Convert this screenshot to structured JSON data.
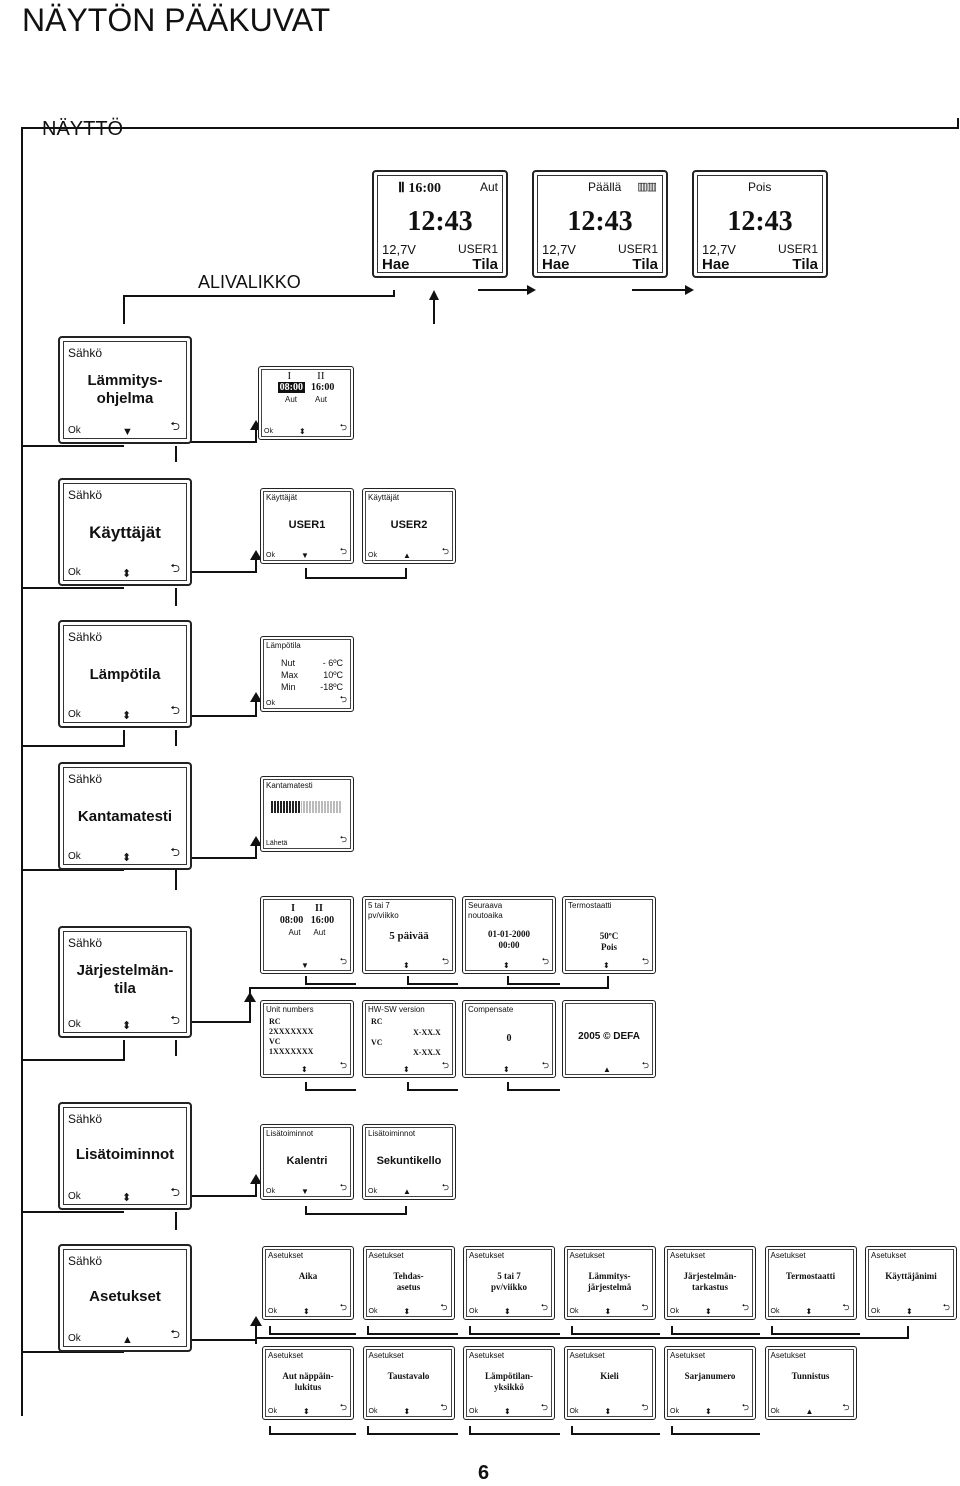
{
  "page": {
    "title": "NÄYTÖN PÄÄKUVAT",
    "section": "NÄYTTÖ",
    "submenu_label": "ALIVALIKKO",
    "page_number": "6"
  },
  "main_screens": [
    {
      "top_left": "Ⅱ 16:00",
      "top_right": "Aut",
      "time": "12:43",
      "voltage": "12,7V",
      "user": "USER1",
      "left_btn": "Hae",
      "right_btn": "Tila"
    },
    {
      "top_left": "Päällä",
      "top_right": "",
      "time": "12:43",
      "voltage": "12,7V",
      "user": "USER1",
      "left_btn": "Hae",
      "right_btn": "Tila"
    },
    {
      "top_left": "Pois",
      "top_right": "",
      "time": "12:43",
      "voltage": "12,7V",
      "user": "USER1",
      "left_btn": "Hae",
      "right_btn": "Tila"
    }
  ],
  "menus": [
    {
      "header": "Sähkö",
      "label": "Lämmitys-\nohjelma",
      "ok": "Ok"
    },
    {
      "header": "Sähkö",
      "label": "Käyttäjät",
      "ok": "Ok"
    },
    {
      "header": "Sähkö",
      "label": "Lämpötila",
      "ok": "Ok"
    },
    {
      "header": "Sähkö",
      "label": "Kantamatesti",
      "ok": "Ok"
    },
    {
      "header": "Sähkö",
      "label": "Järjestelmän-\ntila",
      "ok": "Ok"
    },
    {
      "header": "Sähkö",
      "label": "Lisätoiminnot",
      "ok": "Ok"
    },
    {
      "header": "Sähkö",
      "label": "Asetukset",
      "ok": "Ok"
    }
  ],
  "program_screen": {
    "col1": "I",
    "col2": "II",
    "time1": "08:00",
    "time2": "16:00",
    "mode1": "Aut",
    "mode2": "Aut",
    "ok": "Ok"
  },
  "users": [
    {
      "header": "Käyttäjät",
      "value": "USER1",
      "ok": "Ok"
    },
    {
      "header": "Käyttäjät",
      "value": "USER2",
      "ok": "Ok"
    }
  ],
  "temperature": {
    "header": "Lämpötila",
    "rows": [
      {
        "k": "Nut",
        "v": "- 6ºC"
      },
      {
        "k": "Max",
        "v": "10ºC"
      },
      {
        "k": "Min",
        "v": "-18ºC"
      }
    ],
    "ok": "Ok"
  },
  "range_test": {
    "header": "Kantamatesti",
    "footer": "Lähetä",
    "level_fraction": 0.4
  },
  "system_row1": [
    {
      "header": "",
      "lines": [
        "I        II",
        "08:00   16:00",
        "Aut      Aut"
      ]
    },
    {
      "header": "5 tai 7\npv/viikko",
      "lines": [
        "5   päivää"
      ]
    },
    {
      "header": "Seuraava\nnoutoaika",
      "lines": [
        "01-01-2000",
        "00:00"
      ]
    },
    {
      "header": "Termostaatti",
      "lines": [
        "50ºC",
        "Pois"
      ]
    }
  ],
  "system_row2": [
    {
      "header": "Unit numbers",
      "lines": [
        "RC",
        "2XXXXXXX",
        "VC",
        "1XXXXXXX"
      ]
    },
    {
      "header": "HW-SW version",
      "lines": [
        "RC",
        "X-XX.X",
        "VC",
        "X-XX.X"
      ]
    },
    {
      "header": "Compensate",
      "lines": [
        "0"
      ]
    },
    {
      "header": "",
      "lines": [
        "2005 © DEFA"
      ]
    }
  ],
  "extras": [
    {
      "header": "Lisätoiminnot",
      "value": "Kalentri",
      "ok": "Ok"
    },
    {
      "header": "Lisätoiminnot",
      "value": "Sekuntikello",
      "ok": "Ok"
    }
  ],
  "settings_row1": [
    {
      "header": "Asetukset",
      "value": "Aika"
    },
    {
      "header": "Asetukset",
      "value": "Tehdas-\nasetus"
    },
    {
      "header": "Asetukset",
      "value": "5 tai 7\npv/viikko"
    },
    {
      "header": "Asetukset",
      "value": "Lämmitys-\njärjestelmä"
    },
    {
      "header": "Asetukset",
      "value": "Järjestelmän-\ntarkastus"
    },
    {
      "header": "Asetukset",
      "value": "Termostaatti"
    },
    {
      "header": "Asetukset",
      "value": "Käyttäjänimi"
    }
  ],
  "settings_row2": [
    {
      "header": "Asetukset",
      "value": "Aut näppäin-\nlukitus"
    },
    {
      "header": "Asetukset",
      "value": "Taustavalo"
    },
    {
      "header": "Asetukset",
      "value": "Lämpötilan-\nyksikkö"
    },
    {
      "header": "Asetukset",
      "value": "Kieli"
    },
    {
      "header": "Asetukset",
      "value": "Sarjanumero"
    },
    {
      "header": "Asetukset",
      "value": "Tunnistus"
    }
  ],
  "ok_label": "Ok"
}
